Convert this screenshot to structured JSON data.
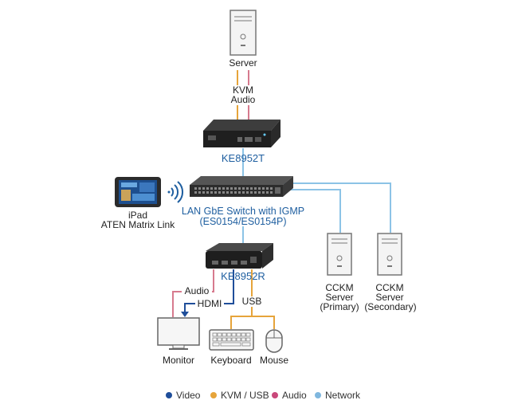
{
  "nodes": {
    "server": "Server",
    "kvm_audio_line1": "KVM",
    "kvm_audio_line2": "Audio",
    "transmitter": "KE8952T",
    "ipad_line1": "iPad",
    "ipad_line2": "ATEN Matrix Link",
    "switch_line1": "LAN GbE Switch with IGMP",
    "switch_line2": "(ES0154/ES0154P)",
    "receiver": "KE8952R",
    "audio": "Audio",
    "hdmi": "HDMI",
    "usb": "USB",
    "monitor": "Monitor",
    "keyboard": "Keyboard",
    "mouse": "Mouse",
    "cckm_primary_line1": "CCKM",
    "cckm_primary_line2": "Server",
    "cckm_primary_line3": "(Primary)",
    "cckm_secondary_line1": "CCKM",
    "cckm_secondary_line2": "Server",
    "cckm_secondary_line3": "(Secondary)"
  },
  "legend": [
    {
      "label": "Video",
      "color": "#1f4e9a"
    },
    {
      "label": "KVM / USB",
      "color": "#e6a43a"
    },
    {
      "label": "Audio",
      "color": "#c9487a"
    },
    {
      "label": "Network",
      "color": "#7fb7de"
    }
  ],
  "colors": {
    "video": "#1f4e9a",
    "kvm_usb": "#e6a43a",
    "audio": "#d77a8e",
    "network": "#8cc3e6",
    "device_blue_text": "#1f5fa0"
  }
}
